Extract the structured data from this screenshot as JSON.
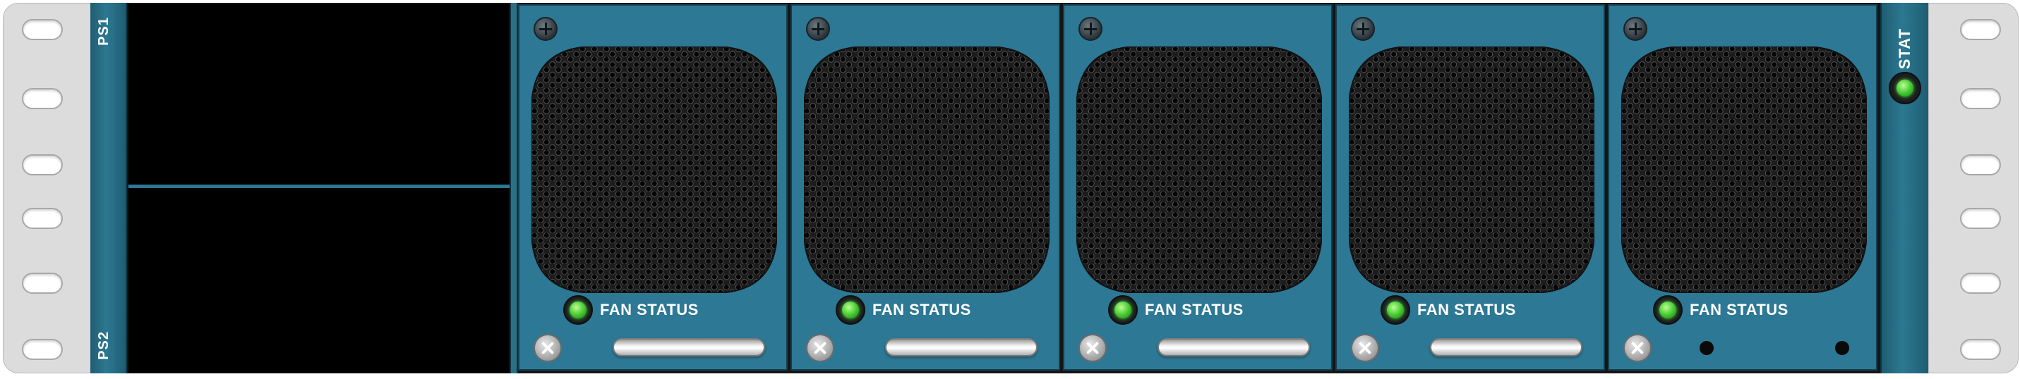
{
  "chassis": {
    "psu": {
      "top_label": "PS1",
      "bottom_label": "PS2"
    },
    "fans": [
      {
        "status_label": "FAN STATUS",
        "led_color": "#3fc52d",
        "handle": true
      },
      {
        "status_label": "FAN STATUS",
        "led_color": "#3fc52d",
        "handle": true
      },
      {
        "status_label": "FAN STATUS",
        "led_color": "#3fc52d",
        "handle": true
      },
      {
        "status_label": "FAN STATUS",
        "led_color": "#3fc52d",
        "handle": true
      },
      {
        "status_label": "FAN STATUS",
        "led_color": "#3fc52d",
        "handle": false
      }
    ],
    "status": {
      "label": "STAT",
      "led_color": "#3fc52d"
    }
  },
  "colors": {
    "panel_teal": "#2d7894",
    "rack_ear": "#dcdcdc",
    "psu_bay": "#000000",
    "led_green": "#3fc52d"
  }
}
